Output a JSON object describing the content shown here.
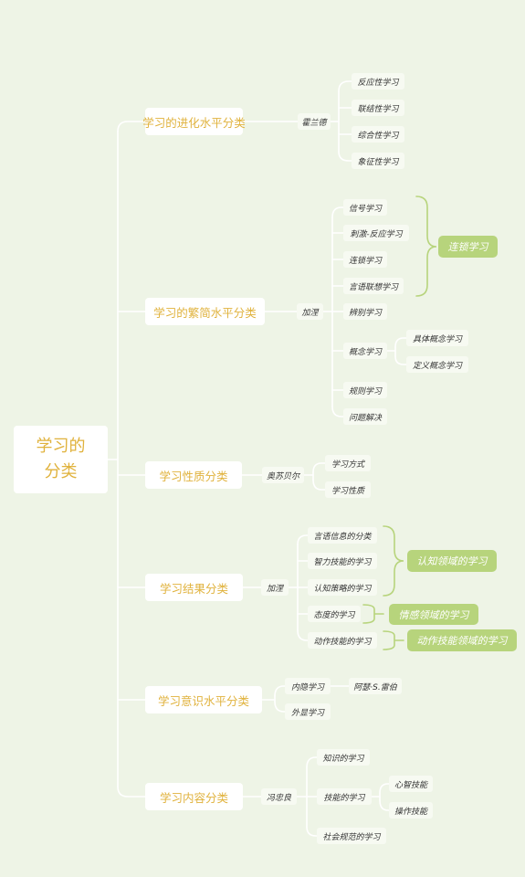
{
  "root": {
    "line1": "学习的",
    "line2": "分类"
  },
  "branches": {
    "evolution": {
      "label": "学习的进化水平分类",
      "author": "霍兰德",
      "items": [
        "反应性学习",
        "联结性学习",
        "综合性学习",
        "象征性学习"
      ]
    },
    "complexity": {
      "label": "学习的繁简水平分类",
      "author": "加涅",
      "items": [
        "信号学习",
        "刺激-反应学习",
        "连锁学习",
        "言语联想学习",
        "辨别学习",
        "概念学习",
        "规则学习",
        "问题解决"
      ],
      "concept_sub": [
        "具体概念学习",
        "定义概念学习"
      ],
      "group_tag": "连锁学习"
    },
    "nature": {
      "label": "学习性质分类",
      "author": "奥苏贝尔",
      "items": [
        "学习方式",
        "学习性质"
      ]
    },
    "result": {
      "label": "学习结果分类",
      "author": "加涅",
      "items": [
        "言语信息的分类",
        "智力技能的学习",
        "认知策略的学习",
        "态度的学习",
        "动作技能的学习"
      ],
      "tags": [
        "认知领域的学习",
        "情感领域的学习",
        "动作技能领域的学习"
      ]
    },
    "awareness": {
      "label": "学习意识水平分类",
      "items": [
        "内隐学习",
        "外显学习"
      ],
      "implicit_author": "阿瑟·S.雷伯"
    },
    "content": {
      "label": "学习内容分类",
      "author": "冯忠良",
      "items": [
        "知识的学习",
        "技能的学习",
        "社会规范的学习"
      ],
      "skill_sub": [
        "心智技能",
        "操作技能"
      ]
    }
  },
  "colors": {
    "background": "#eef4e6",
    "title_text": "#e0b23c",
    "connector": "#ffffff",
    "bracket": "#b7d47c",
    "tag_fill": "#b7d47c"
  }
}
